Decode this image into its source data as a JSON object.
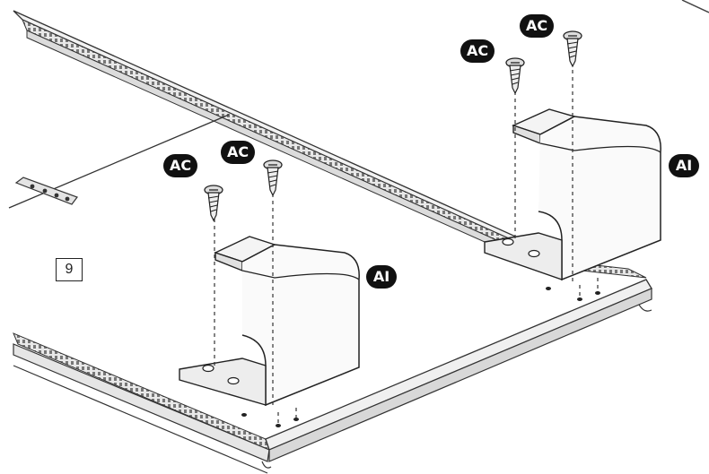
{
  "step_number": "9",
  "labels": {
    "screw": "AC",
    "bracket": "AI"
  }
}
